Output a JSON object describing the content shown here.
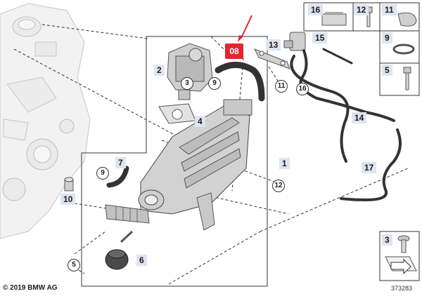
{
  "diagram": {
    "copyright": "© 2019 BMW AG",
    "diagram_id": "373283",
    "highlight_label": "08",
    "callouts": [
      {
        "id": "c-2",
        "label": "2",
        "style": "box"
      },
      {
        "id": "c-3a",
        "label": "3",
        "style": "circle"
      },
      {
        "id": "c-4",
        "label": "4",
        "style": "box"
      },
      {
        "id": "c-9a",
        "label": "9",
        "style": "circle"
      },
      {
        "id": "c-11",
        "label": "11",
        "style": "circle"
      },
      {
        "id": "c-13",
        "label": "13",
        "style": "box"
      },
      {
        "id": "c-16",
        "label": "16",
        "style": "circle"
      },
      {
        "id": "c-14",
        "label": "14",
        "style": "box"
      },
      {
        "id": "c-15",
        "label": "15",
        "style": "box"
      },
      {
        "id": "c-7",
        "label": "7",
        "style": "box"
      },
      {
        "id": "c-9b",
        "label": "9",
        "style": "circle"
      },
      {
        "id": "c-1",
        "label": "1",
        "style": "box"
      },
      {
        "id": "c-12",
        "label": "12",
        "style": "circle"
      },
      {
        "id": "c-17",
        "label": "17",
        "style": "box"
      },
      {
        "id": "c-10",
        "label": "10",
        "style": "box"
      },
      {
        "id": "c-6",
        "label": "6",
        "style": "box"
      },
      {
        "id": "c-5",
        "label": "5",
        "style": "circle"
      }
    ],
    "parts_grid": {
      "top_row": [
        "16",
        "12",
        "11"
      ],
      "right_col": [
        "9",
        "5"
      ],
      "bottom": [
        "3"
      ]
    }
  }
}
